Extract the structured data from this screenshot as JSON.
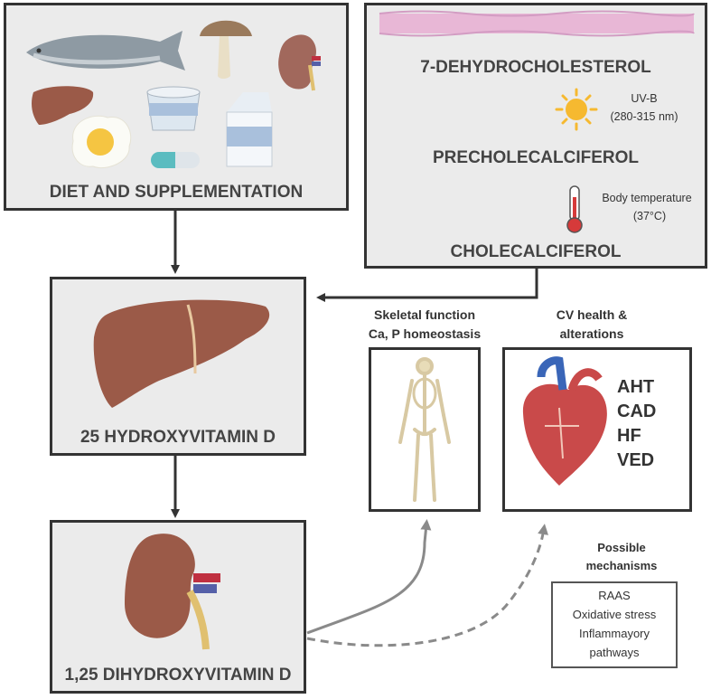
{
  "diet_box": {
    "title": "DIET AND SUPPLEMENTATION"
  },
  "skin_box": {
    "step1": "7-DEHYDROCHOLESTEROL",
    "uvb_line1": "UV-B",
    "uvb_line2": "(280-315 nm)",
    "step2": "PRECHOLECALCIFEROL",
    "temp_line1": "Body temperature",
    "temp_line2": "(37°C)",
    "step3": "CHOLECALCIFEROL"
  },
  "liver_box": {
    "title": "25 HYDROXYVITAMIN D"
  },
  "kidney_box": {
    "title": "1,25 DIHYDROXYVITAMIN D"
  },
  "skeletal": {
    "line1": "Skeletal function",
    "line2": "Ca, P homeostasis"
  },
  "cv": {
    "line1": "CV health &",
    "line2": "alterations",
    "items": [
      "AHT",
      "CAD",
      "HF",
      "VED"
    ]
  },
  "mechanisms": {
    "heading1": "Possible",
    "heading2": "mechanisms",
    "items": [
      "RAAS",
      "Oxidative stress",
      "Inflammayory",
      "pathways"
    ]
  }
}
